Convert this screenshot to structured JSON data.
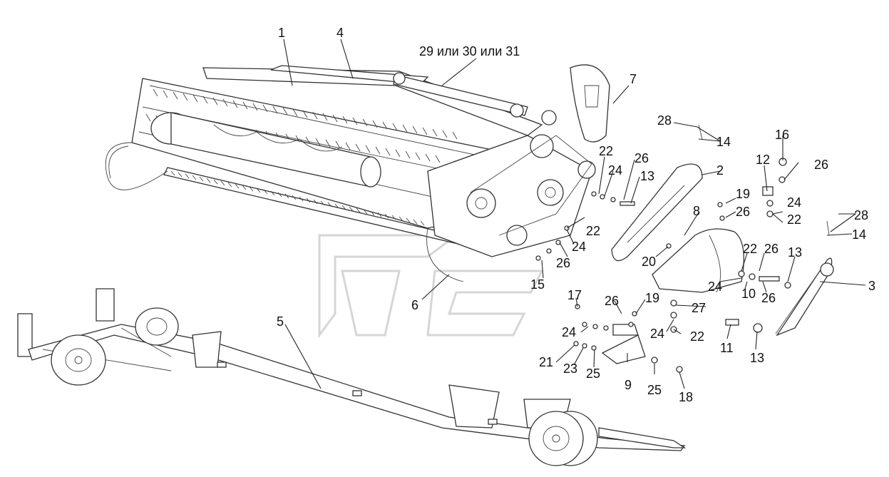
{
  "diagram": {
    "labels": {
      "l1": "1",
      "l2": "2",
      "l3": "3",
      "l4": "4",
      "l5": "5",
      "l6": "6",
      "l7": "7",
      "l8": "8",
      "l9": "9",
      "l10": "10",
      "l11": "11",
      "l12": "12",
      "l13a": "13",
      "l13b": "13",
      "l13c": "13",
      "l14a": "14",
      "l14b": "14",
      "l15": "15",
      "l16": "16",
      "l17": "17",
      "l18": "18",
      "l19a": "19",
      "l19b": "19",
      "l20": "20",
      "l21": "21",
      "l22a": "22",
      "l22b": "22",
      "l22c": "22",
      "l22d": "22",
      "l22e": "22",
      "l23": "23",
      "l24a": "24",
      "l24b": "24",
      "l24c": "24",
      "l24d": "24",
      "l24e": "24",
      "l24f": "24",
      "l25a": "25",
      "l25b": "25",
      "l26a": "26",
      "l26b": "26",
      "l26c": "26",
      "l26d": "26",
      "l26e": "26",
      "l26f": "26",
      "l26g": "26",
      "l27": "27",
      "l28a": "28",
      "l28b": "28",
      "l29": "29 или 30 или 31"
    }
  }
}
